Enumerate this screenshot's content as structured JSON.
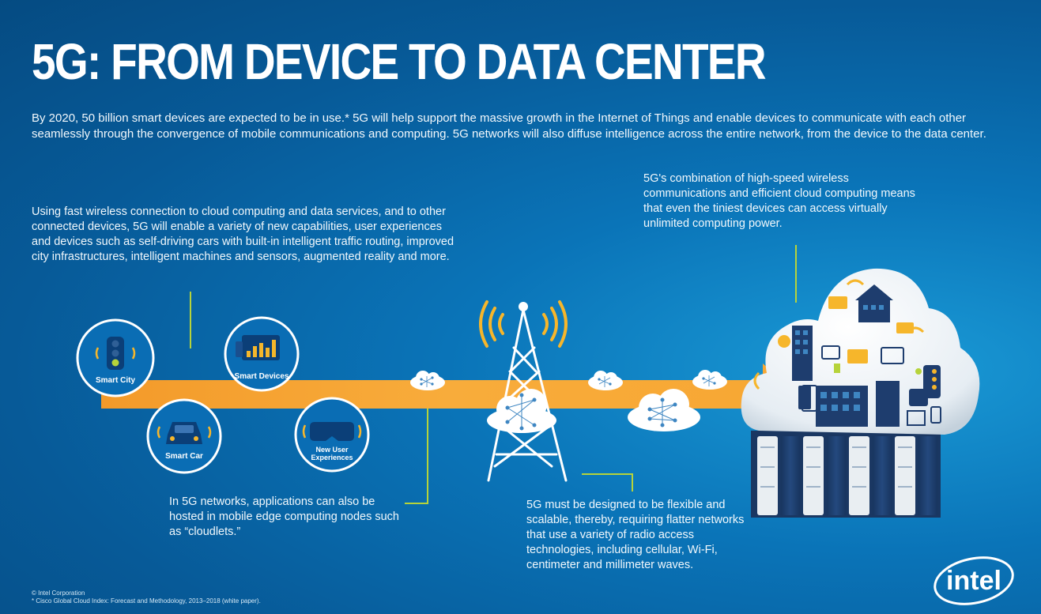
{
  "title": "5G:  FROM DEVICE TO DATA CENTER",
  "intro": "By 2020, 50 billion smart devices are expected to be in use.*  5G will help support the massive growth in the Internet of Things and enable devices to communicate with each other seamlessly through the convergence of mobile communications and computing.  5G networks will also diffuse intelligence across the entire network, from the device to the data center.",
  "left_text": "Using fast wireless connection to cloud computing and data services, and to other connected devices, 5G will enable a variety of new capabilities, user experiences and devices such as self-driving cars with built-in intelligent traffic routing, improved city infrastructures, intelligent machines and sensors, augmented reality and more.",
  "right_text": "5G's combination of high-speed wireless communications and efficient cloud computing means that even the tiniest devices can access virtually unlimited computing power.",
  "edge_text": "In 5G networks, applications can also be hosted in mobile edge computing nodes such as “cloudlets.”",
  "tower_text": "5G must be designed to be flexible and scalable, thereby, requiring flatter networks that use a variety of radio access technologies, including cellular, Wi-Fi, centimeter and millimeter waves.",
  "badges": {
    "smart_city": "Smart City",
    "smart_devices": "Smart Devices",
    "smart_car": "Smart Car",
    "vr_line1": "New User",
    "vr_line2": "Experiences"
  },
  "footer": {
    "line1": "© Intel Corporation",
    "line2": "* Cisco Global Cloud Index: Forecast and Methodology, 2013–2018 (white paper)."
  },
  "logo_text": "intel",
  "colors": {
    "arrow": "#f7a733",
    "connector": "#b6d33a",
    "badge_fill": "#0a6db4",
    "badge_ring": "#ffffff",
    "server": "#1e3d6e",
    "accent": "#f6b62b"
  }
}
